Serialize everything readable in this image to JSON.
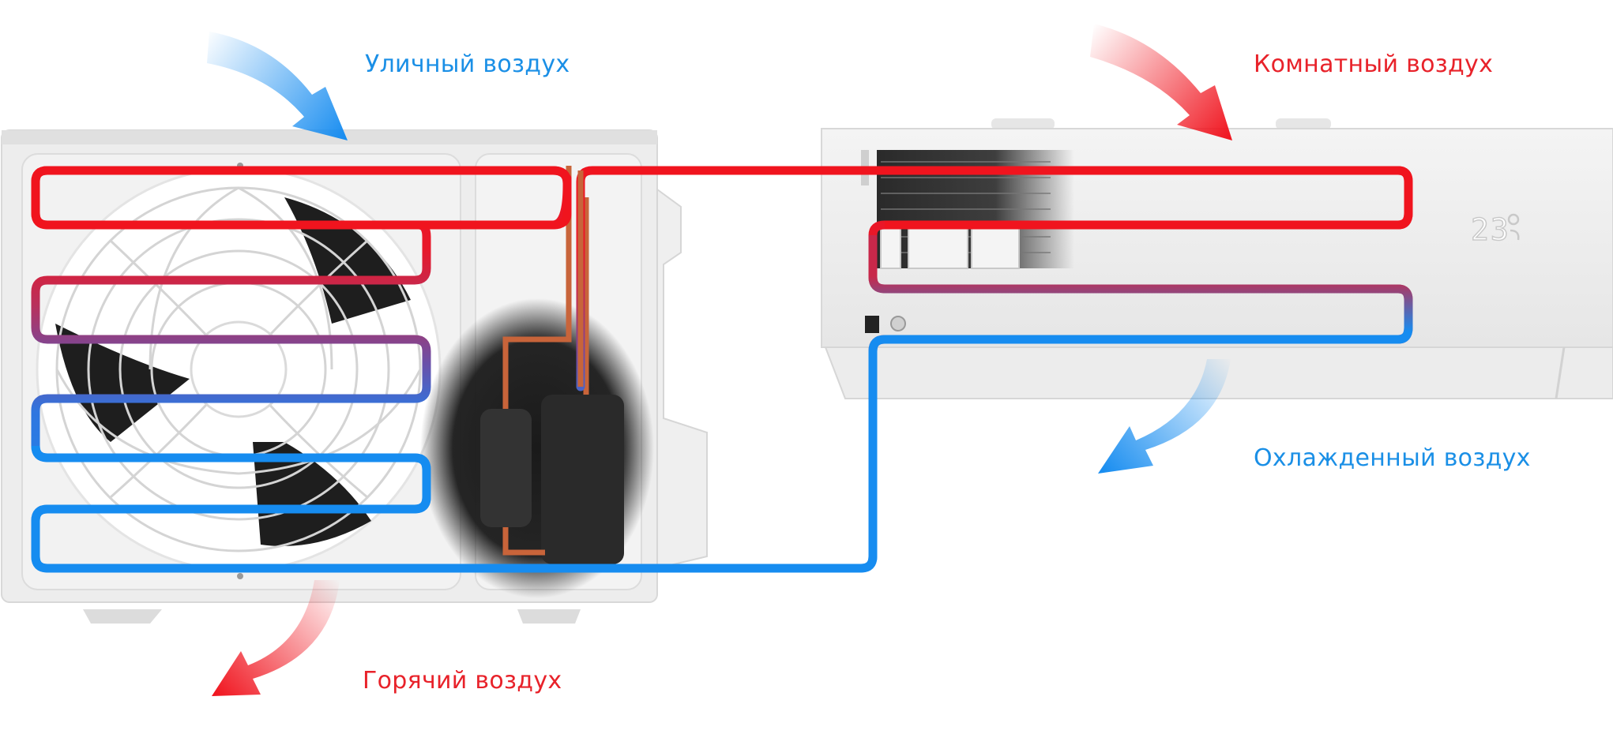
{
  "labels": {
    "outdoor_air": "Уличный воздух",
    "room_air": "Комнатный воздух",
    "cooled_air": "Охлажденный воздух",
    "hot_air": "Горячий воздух"
  },
  "indoor_display": {
    "value": "23",
    "unit": "°C"
  },
  "colors": {
    "hot": "#f0141e",
    "cold": "#168cf0",
    "mix": "#6a4fa8",
    "label_blue": "#1a8fe6",
    "label_red": "#e8222a",
    "copper": "#c8643a"
  },
  "icons": [
    "arrow-outdoor-air-icon",
    "arrow-room-air-icon",
    "arrow-cooled-air-icon",
    "arrow-hot-air-icon",
    "fan-icon",
    "compressor-icon"
  ]
}
